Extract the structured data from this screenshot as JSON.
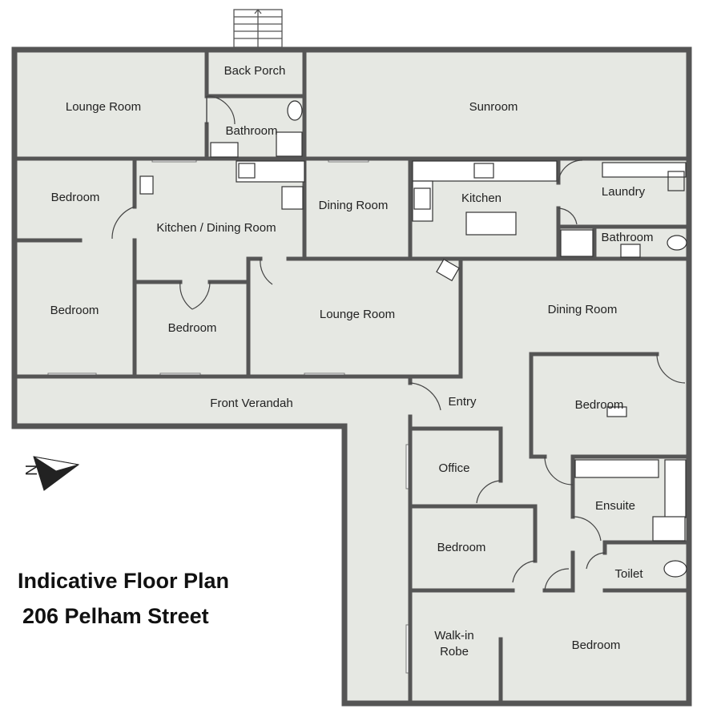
{
  "title": {
    "line1": "Indicative Floor Plan",
    "line2": "206 Pelham Street"
  },
  "compass": {
    "letter": "N"
  },
  "rooms": {
    "lounge_room_1": "Lounge Room",
    "back_porch": "Back Porch",
    "bathroom_1": "Bathroom",
    "sunroom": "Sunroom",
    "bedroom_1": "Bedroom",
    "kitchen_dining": "Kitchen / Dining Room",
    "dining_room_1": "Dining Room",
    "kitchen": "Kitchen",
    "laundry": "Laundry",
    "bathroom_2": "Bathroom",
    "bedroom_2": "Bedroom",
    "bedroom_3": "Bedroom",
    "lounge_room_2": "Lounge Room",
    "dining_room_2": "Dining Room",
    "front_verandah": "Front Verandah",
    "entry": "Entry",
    "bedroom_4": "Bedroom",
    "office": "Office",
    "ensuite": "Ensuite",
    "bedroom_5": "Bedroom",
    "toilet": "Toilet",
    "walkin_robe_1": "Walk-in",
    "walkin_robe_2": "Robe",
    "bedroom_6": "Bedroom"
  },
  "colors": {
    "floor": "#e6e8e3",
    "wall": "#555555",
    "text": "#222222"
  }
}
